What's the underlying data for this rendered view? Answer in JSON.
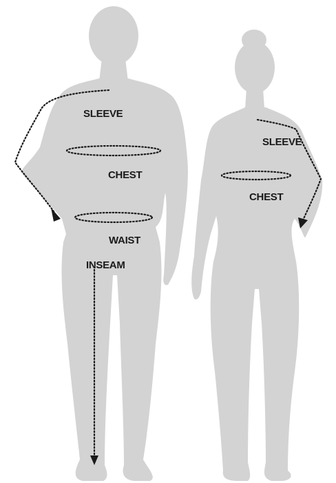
{
  "colors": {
    "background": "#ffffff",
    "silhouette": "#d3d3d3",
    "guide_lines": "#1a1a1a",
    "label_text": "#1a1a1a"
  },
  "figures": {
    "male": {
      "labels": {
        "sleeve": "SLEEVE",
        "chest": "CHEST",
        "waist": "WAIST",
        "inseam": "INSEAM"
      }
    },
    "female": {
      "labels": {
        "sleeve": "SLEEVE",
        "chest": "CHEST"
      }
    }
  }
}
